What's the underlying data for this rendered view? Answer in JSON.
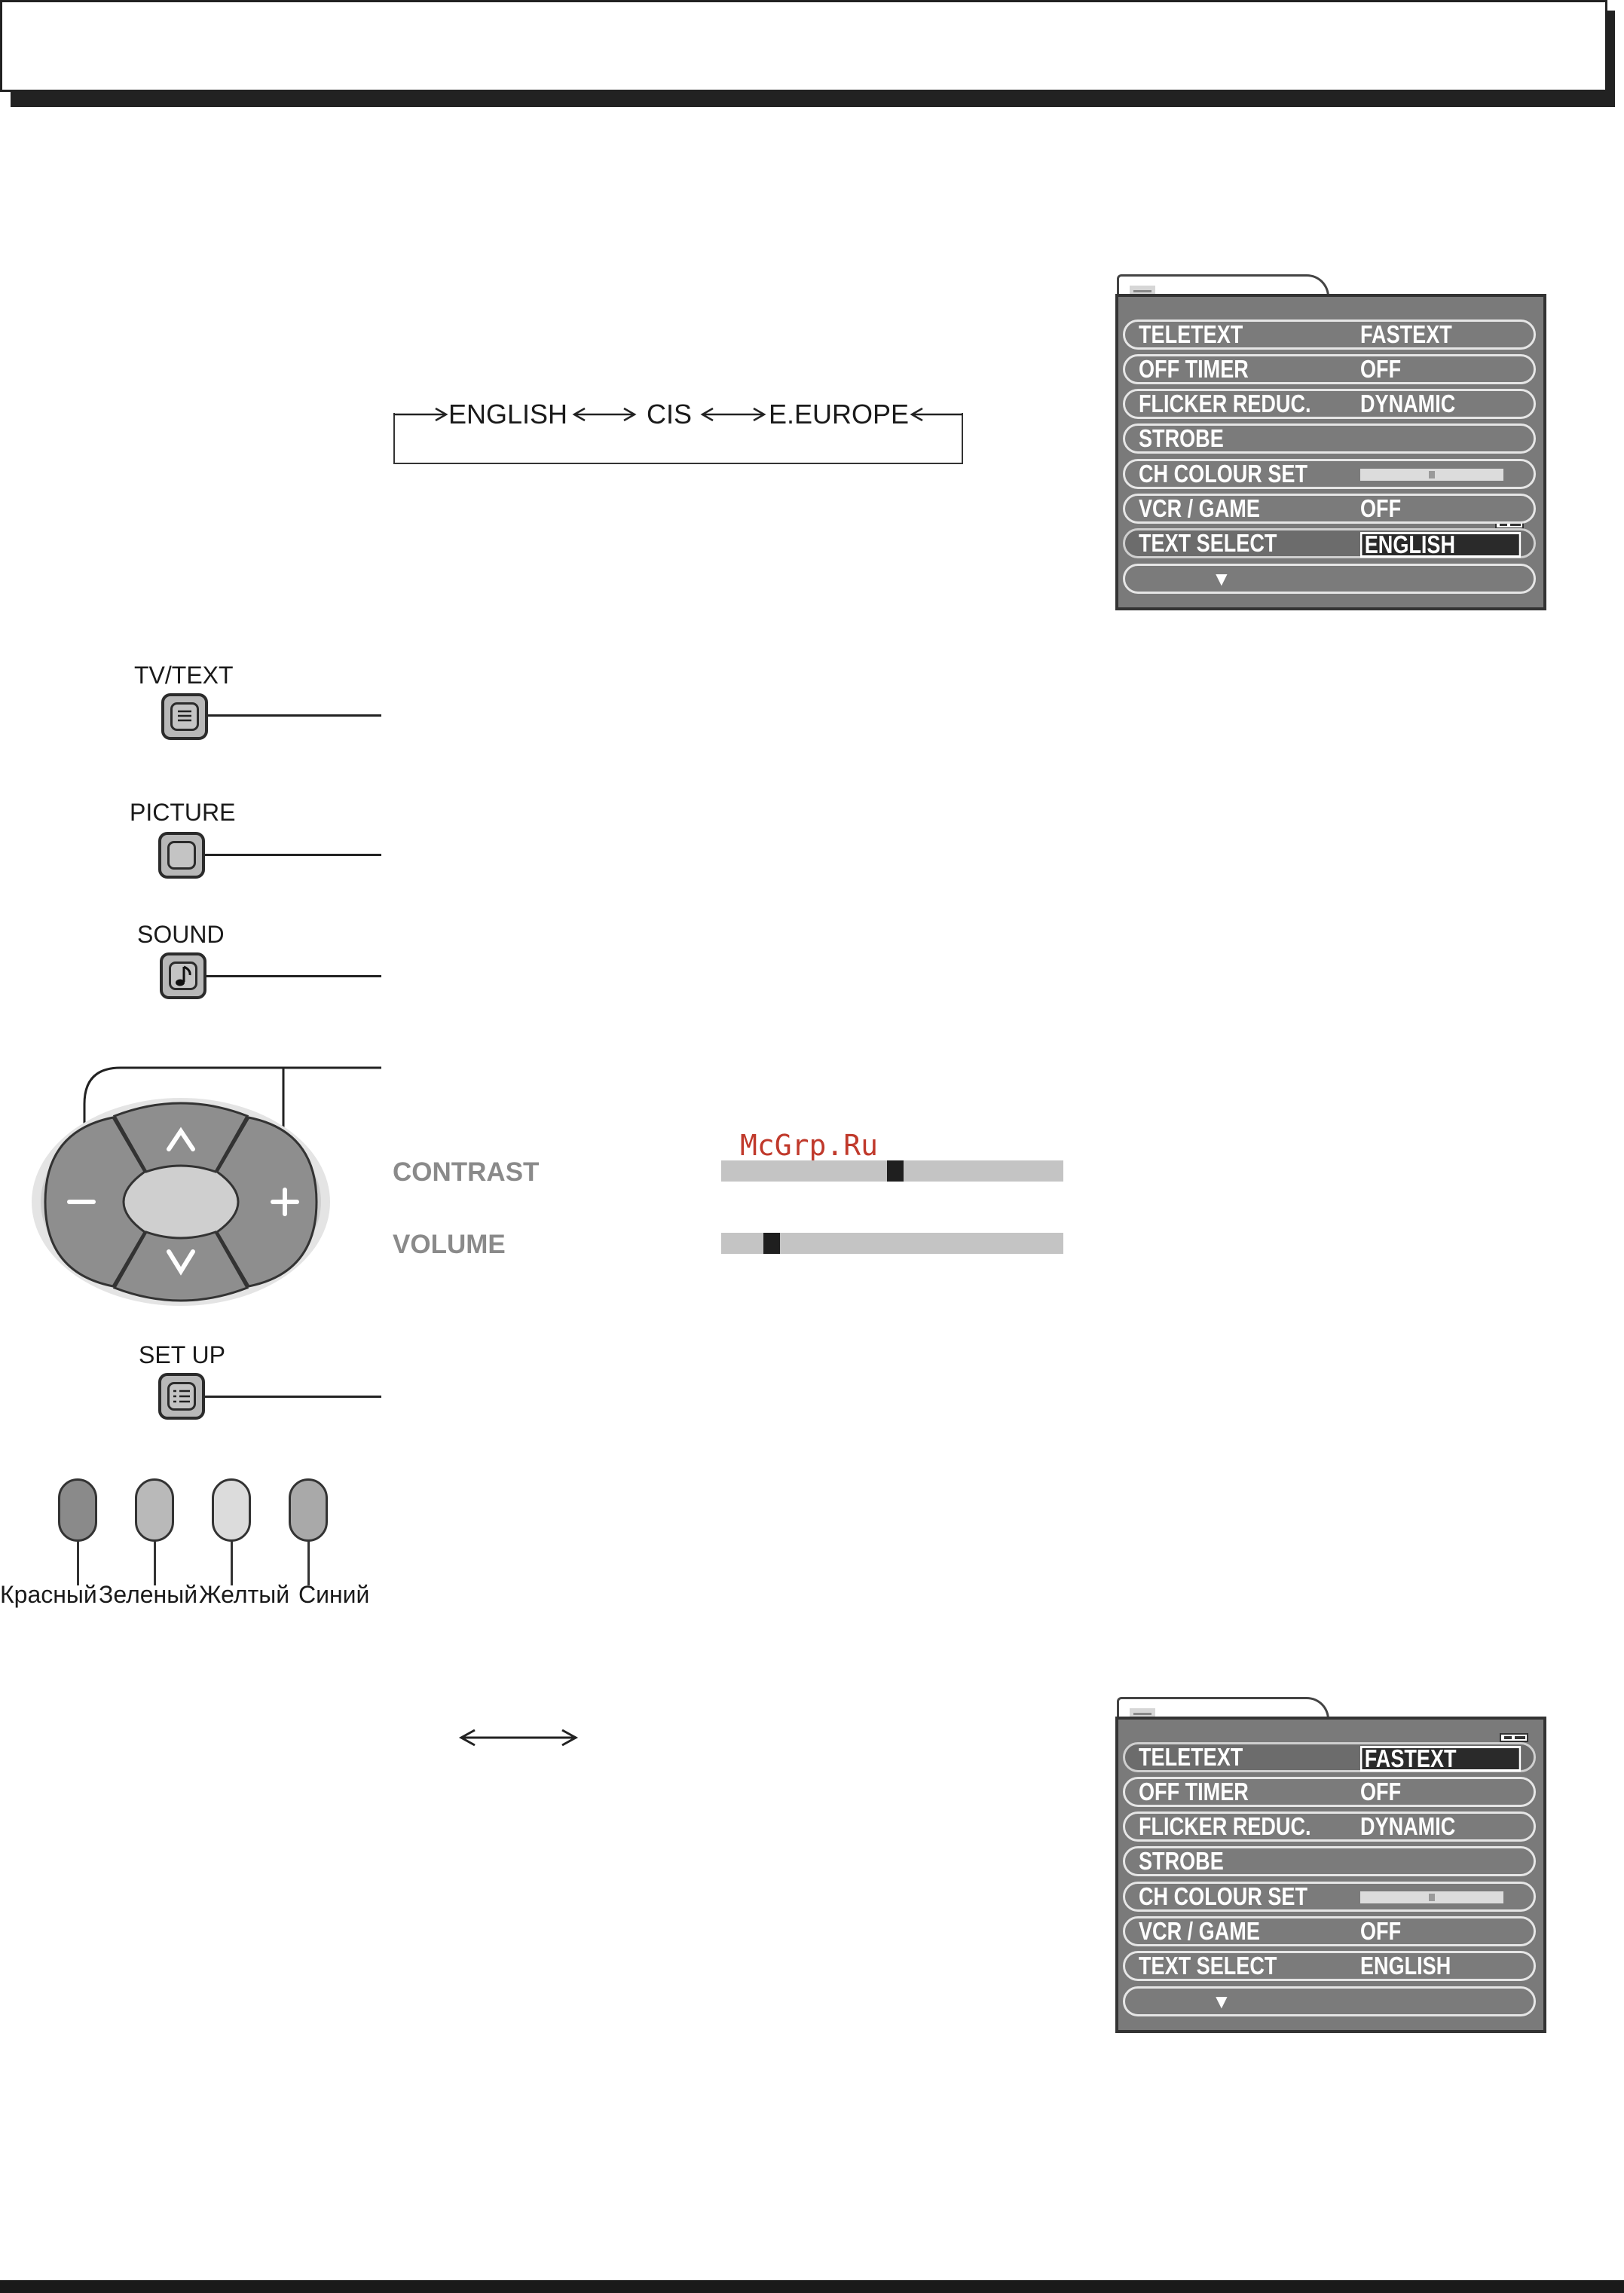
{
  "language_cycle": {
    "items": [
      "ENGLISH",
      "CIS",
      "E.EUROPE"
    ]
  },
  "menu_top": {
    "rows": [
      {
        "label": "TELETEXT",
        "value": "FASTEXT"
      },
      {
        "label": "OFF TIMER",
        "value": "OFF"
      },
      {
        "label": "FLICKER REDUC.",
        "value": "DYNAMIC"
      },
      {
        "label": "STROBE",
        "value": ""
      },
      {
        "label": "CH COLOUR SET",
        "value": ""
      },
      {
        "label": "VCR / GAME",
        "value": "OFF"
      },
      {
        "label": "TEXT SELECT",
        "value": "ENGLISH"
      }
    ],
    "selected_row": "TEXT SELECT",
    "more_arrow": "▼"
  },
  "menu_bottom": {
    "rows": [
      {
        "label": "TELETEXT",
        "value": "FASTEXT"
      },
      {
        "label": "OFF TIMER",
        "value": "OFF"
      },
      {
        "label": "FLICKER REDUC.",
        "value": "DYNAMIC"
      },
      {
        "label": "STROBE",
        "value": ""
      },
      {
        "label": "CH COLOUR SET",
        "value": ""
      },
      {
        "label": "VCR / GAME",
        "value": "OFF"
      },
      {
        "label": "TEXT SELECT",
        "value": "ENGLISH"
      }
    ],
    "selected_row": "TELETEXT",
    "more_arrow": "▼"
  },
  "buttons": {
    "tv_text": "TV/TEXT",
    "picture": "PICTURE",
    "sound": "SOUND",
    "set_up": "SET UP"
  },
  "dpad": {
    "minus": "−",
    "plus": "+",
    "up": "^",
    "down": "v"
  },
  "sliders": [
    {
      "label": "CONTRAST",
      "level": 0.51
    },
    {
      "label": "VOLUME",
      "level": 0.13
    }
  ],
  "colour_keys": [
    {
      "label": "Красный",
      "color": "#8a8a8a"
    },
    {
      "label": "Зеленый",
      "color": "#b9b9b9"
    },
    {
      "label": "Желтый",
      "color": "#dcdcdc"
    },
    {
      "label": "Синий",
      "color": "#a9a9a9"
    }
  ],
  "watermark": "McGrp.Ru",
  "icons": [
    "tv-text-icon",
    "picture-icon",
    "note-icon",
    "setup-icon",
    "double-arrow-icon"
  ]
}
